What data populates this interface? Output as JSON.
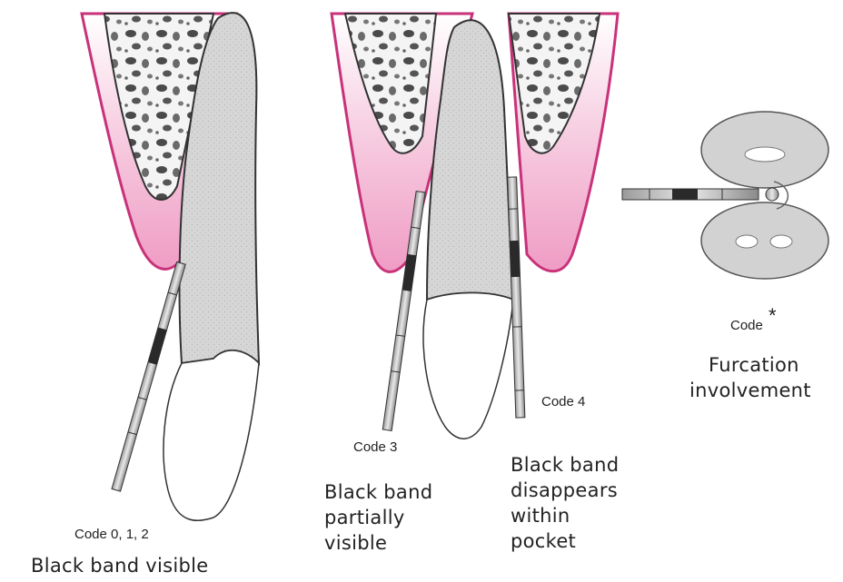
{
  "panels": [
    {
      "code_label": "Code 0, 1, 2",
      "description": [
        "Black band visible"
      ]
    },
    {
      "code_label": "Code 3",
      "description": [
        "Black band",
        "partially",
        "visible"
      ]
    },
    {
      "code_label": "Code 4",
      "description": [
        "Black band",
        "disappears",
        "within",
        "pocket"
      ]
    },
    {
      "code_label": "Code",
      "code_symbol": "*",
      "description": [
        "Furcation",
        "involvement"
      ]
    }
  ],
  "colors": {
    "gingiva": "#f2a9cc",
    "gingiva_edge": "#c8327a",
    "bone": "#f1f1f1",
    "tooth": "#d9d9d9",
    "probe_band": "#2a2a2a",
    "furcation_disc": "#d2d2d2"
  }
}
